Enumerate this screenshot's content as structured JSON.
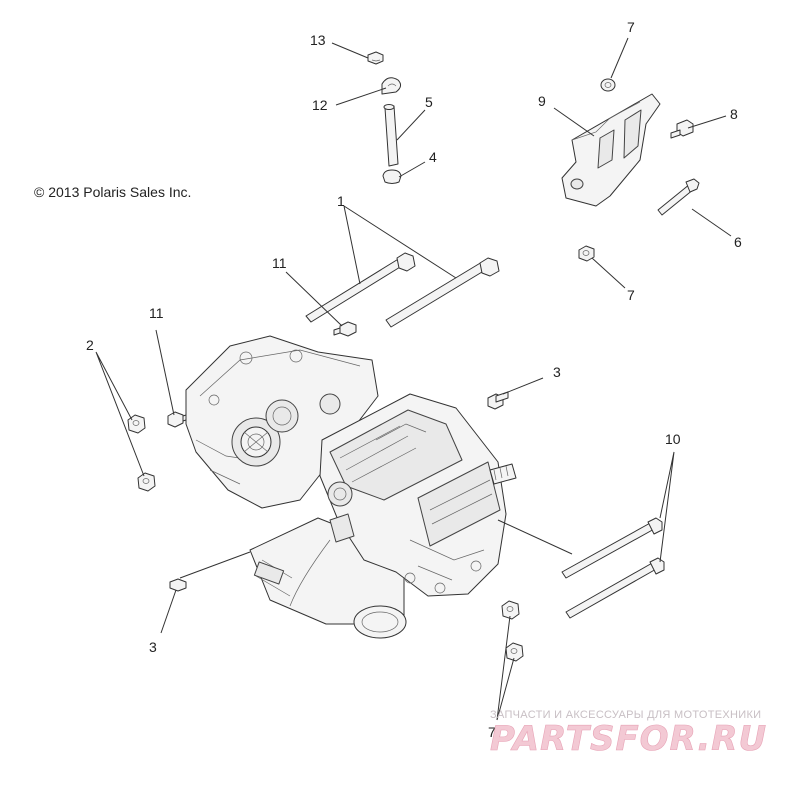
{
  "copyright": "© 2013 Polaris Sales Inc.",
  "callouts": {
    "c1": "1",
    "c2": "2",
    "c3a": "3",
    "c3b": "3",
    "c4": "4",
    "c5": "5",
    "c6": "6",
    "c7a": "7",
    "c7b": "7",
    "c7c": "7",
    "c8": "8",
    "c9": "9",
    "c10": "10",
    "c11a": "11",
    "c11b": "11",
    "c12": "12",
    "c13": "13"
  },
  "watermark": {
    "subtitle": "ЗАПЧАСТИ И АКСЕССУАРЫ ДЛЯ МОТОТЕХНИКИ",
    "brand": "PARTSFOR.RU",
    "color": "#e7a3b6"
  }
}
